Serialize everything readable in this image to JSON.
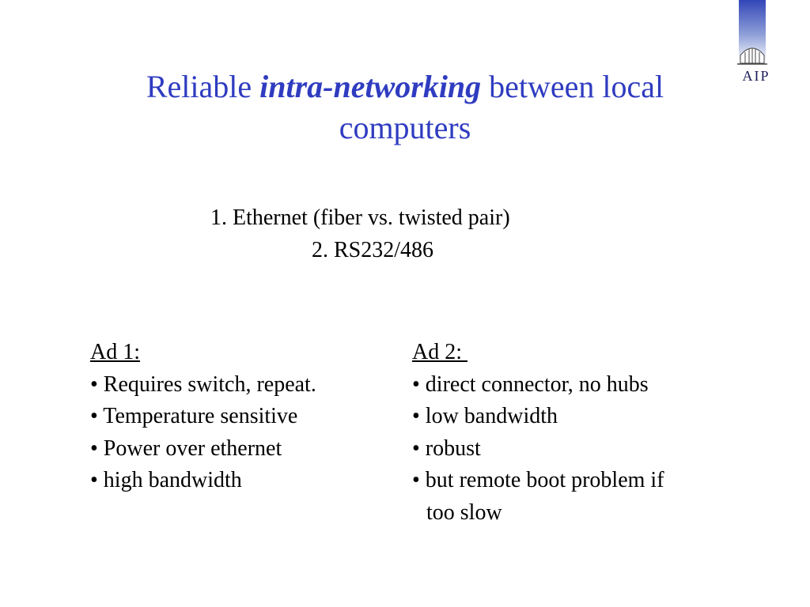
{
  "logo": {
    "text": "AIP"
  },
  "title": {
    "part1": "Reliable ",
    "emphasis": "intra-networking",
    "part2": " between local computers"
  },
  "numbered_list": [
    "1.   Ethernet (fiber vs. twisted pair)",
    "2.   RS232/486"
  ],
  "left_column": {
    "heading": "Ad 1:",
    "items": [
      "• Requires switch, repeat.",
      "• Temperature sensitive",
      "• Power over ethernet",
      "• high bandwidth"
    ]
  },
  "right_column": {
    "heading": "Ad 2: ",
    "items": [
      "• direct connector, no hubs",
      "• low bandwidth",
      "• robust",
      "• but remote boot problem if"
    ],
    "continuation": "too slow"
  },
  "colors": {
    "title": "#2f3cc0",
    "logo_blue": "#3b4fb0"
  }
}
